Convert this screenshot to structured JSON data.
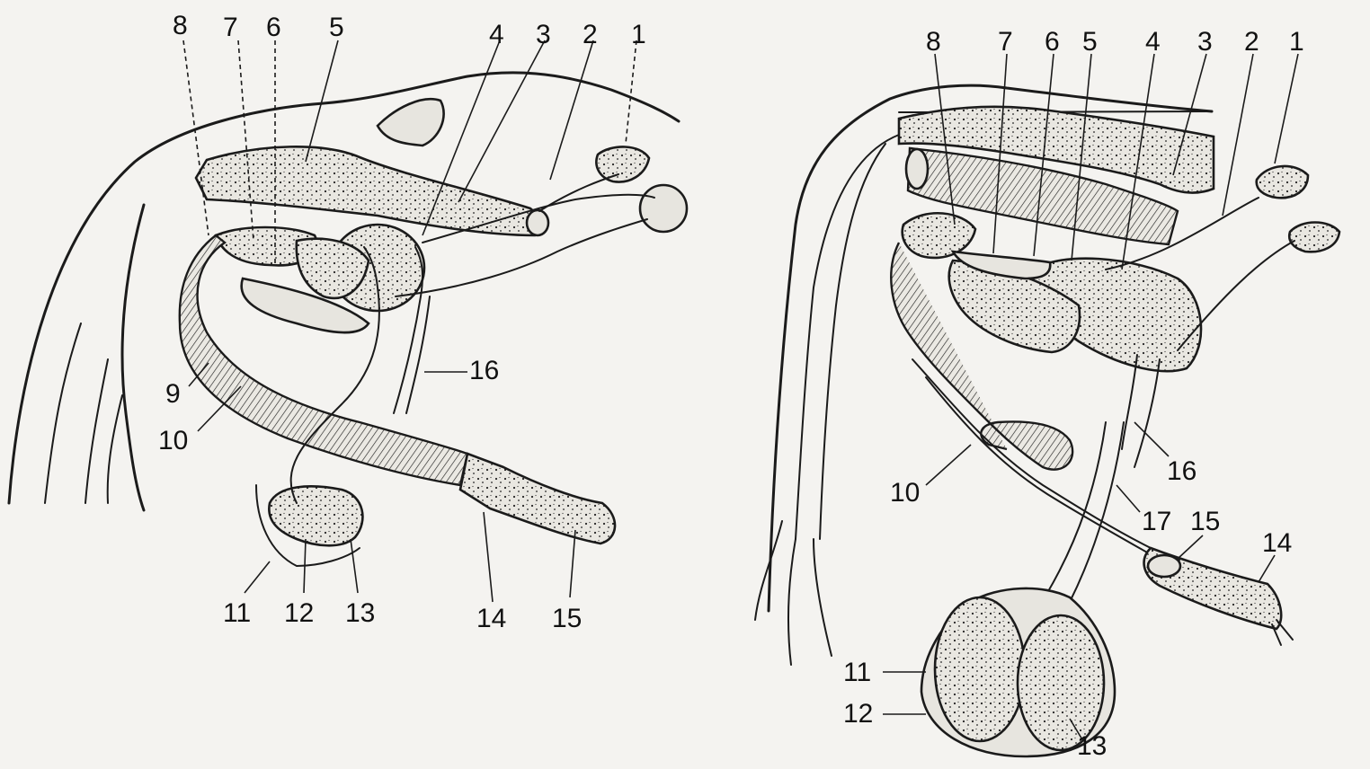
{
  "diagram": {
    "colors": {
      "ink": "#1b1b1b",
      "paper": "#f4f3f0",
      "organ_fill": "#e7e5df"
    },
    "left_figure": {
      "labels": [
        "8",
        "7",
        "6",
        "5",
        "4",
        "3",
        "2",
        "1",
        "9",
        "10",
        "16",
        "11",
        "12",
        "13",
        "14",
        "15"
      ]
    },
    "right_figure": {
      "labels": [
        "8",
        "7",
        "6",
        "5",
        "4",
        "3",
        "2",
        "1",
        "10",
        "16",
        "17",
        "15",
        "14",
        "11",
        "12",
        "13"
      ]
    }
  }
}
